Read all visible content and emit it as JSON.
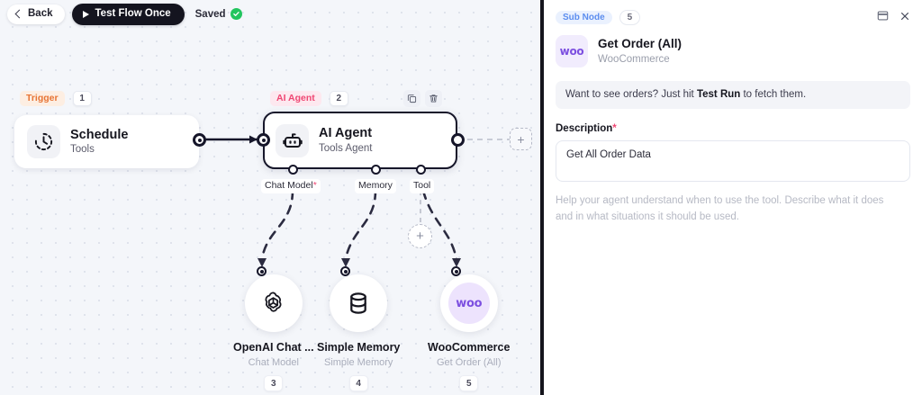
{
  "toolbar": {
    "back_label": "Back",
    "test_label": "Test Flow Once",
    "saved_label": "Saved"
  },
  "canvas": {
    "trigger_group": {
      "pill": "Trigger",
      "count": "1"
    },
    "agent_group": {
      "pill": "AI Agent",
      "count": "2"
    },
    "nodes": [
      {
        "title": "Schedule",
        "subtitle": "Tools",
        "icon": "clock-icon"
      },
      {
        "title": "AI Agent",
        "subtitle": "Tools Agent",
        "icon": "robot-icon"
      }
    ],
    "connector_labels": [
      {
        "text": "Chat Model",
        "required": "*"
      },
      {
        "text": "Memory",
        "required": ""
      },
      {
        "text": "Tool",
        "required": ""
      }
    ],
    "sub_nodes": [
      {
        "name": "OpenAI Chat ...",
        "subtitle": "Chat Model",
        "badge": "3",
        "icon": "openai-icon"
      },
      {
        "name": "Simple Memory",
        "subtitle": "Simple Memory",
        "badge": "4",
        "icon": "database-icon"
      },
      {
        "name": "WooCommerce",
        "subtitle": "Get Order (All)",
        "badge": "5",
        "icon": "woo-icon"
      }
    ],
    "add_label": "+"
  },
  "panel": {
    "sub_node_badge": "Sub Node",
    "count_badge": "5",
    "node_title": "Get Order (All)",
    "node_service": "WooCommerce",
    "woo_mark": "woo",
    "info_banner": {
      "before": "Want to see orders? Just hit ",
      "bold": "Test Run",
      "after": " to fetch them."
    },
    "description_label": "Description",
    "description_required": "*",
    "description_value": "Get All Order Data",
    "description_hint": "Help your agent understand when to use the tool. Describe what it does and in what situations it should be used."
  },
  "colors": {
    "accent_dark": "#14141f",
    "trigger": "#e77434",
    "agent": "#ef4773",
    "saved_green": "#22c55e",
    "woo_purple": "#7c4fe0",
    "subnode_blue": "#5b8def"
  }
}
